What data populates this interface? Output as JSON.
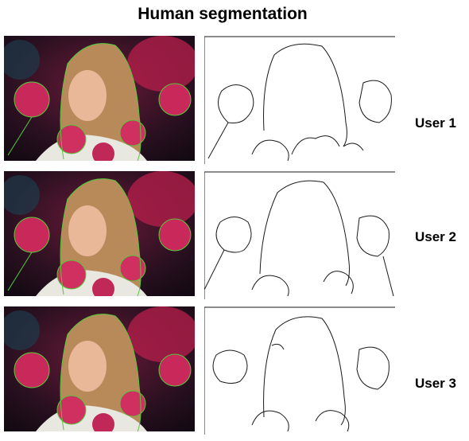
{
  "title": "Human segmentation",
  "rows": [
    {
      "label": "User 1"
    },
    {
      "label": "User 2"
    },
    {
      "label": "User 3"
    }
  ],
  "colors": {
    "boundary_overlay": "#57c83a",
    "contour_line": "#1a1a1a",
    "rose": "#c8285a",
    "hair": "#b88a5a"
  }
}
